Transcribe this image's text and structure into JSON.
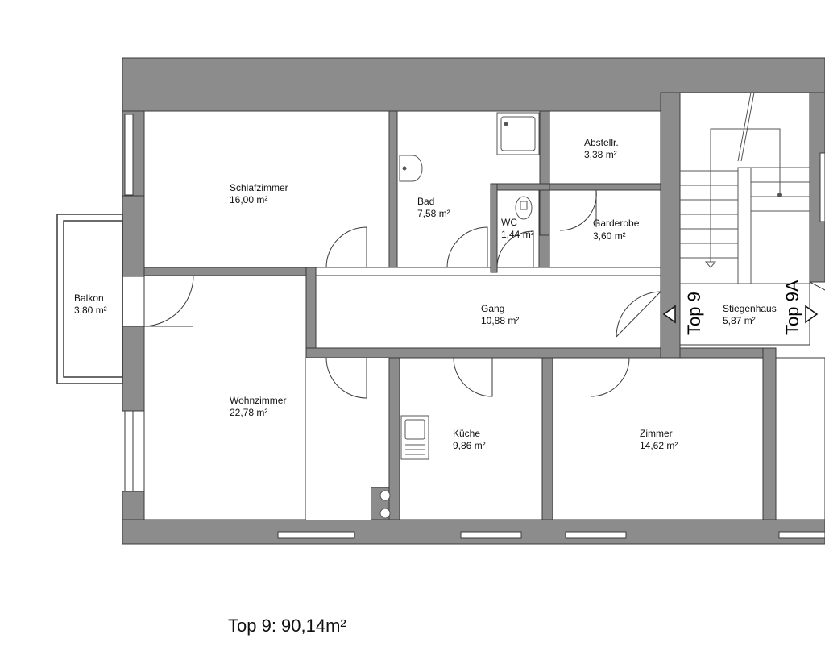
{
  "plan": {
    "total_label": "Top 9: 90,14m²",
    "colors": {
      "wall": "#8c8c8c",
      "line": "#3a3a3a",
      "background": "#ffffff"
    },
    "rooms": [
      {
        "id": "schlafzimmer",
        "name": "Schlafzimmer",
        "area": "16,00 m²"
      },
      {
        "id": "bad",
        "name": "Bad",
        "area": "7,58 m²"
      },
      {
        "id": "wc",
        "name": "WC",
        "area": "1,44 m²"
      },
      {
        "id": "abstellraum",
        "name": "Abstellr.",
        "area": "3,38 m²"
      },
      {
        "id": "garderobe",
        "name": "Garderobe",
        "area": "3,60 m²"
      },
      {
        "id": "balkon",
        "name": "Balkon",
        "area": "3,80 m²"
      },
      {
        "id": "gang",
        "name": "Gang",
        "area": "10,88 m²"
      },
      {
        "id": "stiegenhaus",
        "name": "Stiegenhaus",
        "area": "5,87 m²"
      },
      {
        "id": "wohnzimmer",
        "name": "Wohnzimmer",
        "area": "22,78 m²"
      },
      {
        "id": "kueche",
        "name": "Küche",
        "area": "9,86 m²"
      },
      {
        "id": "zimmer",
        "name": "Zimmer",
        "area": "14,62 m²"
      }
    ],
    "unit_labels": {
      "left": "Top 9",
      "right": "Top 9A"
    }
  }
}
